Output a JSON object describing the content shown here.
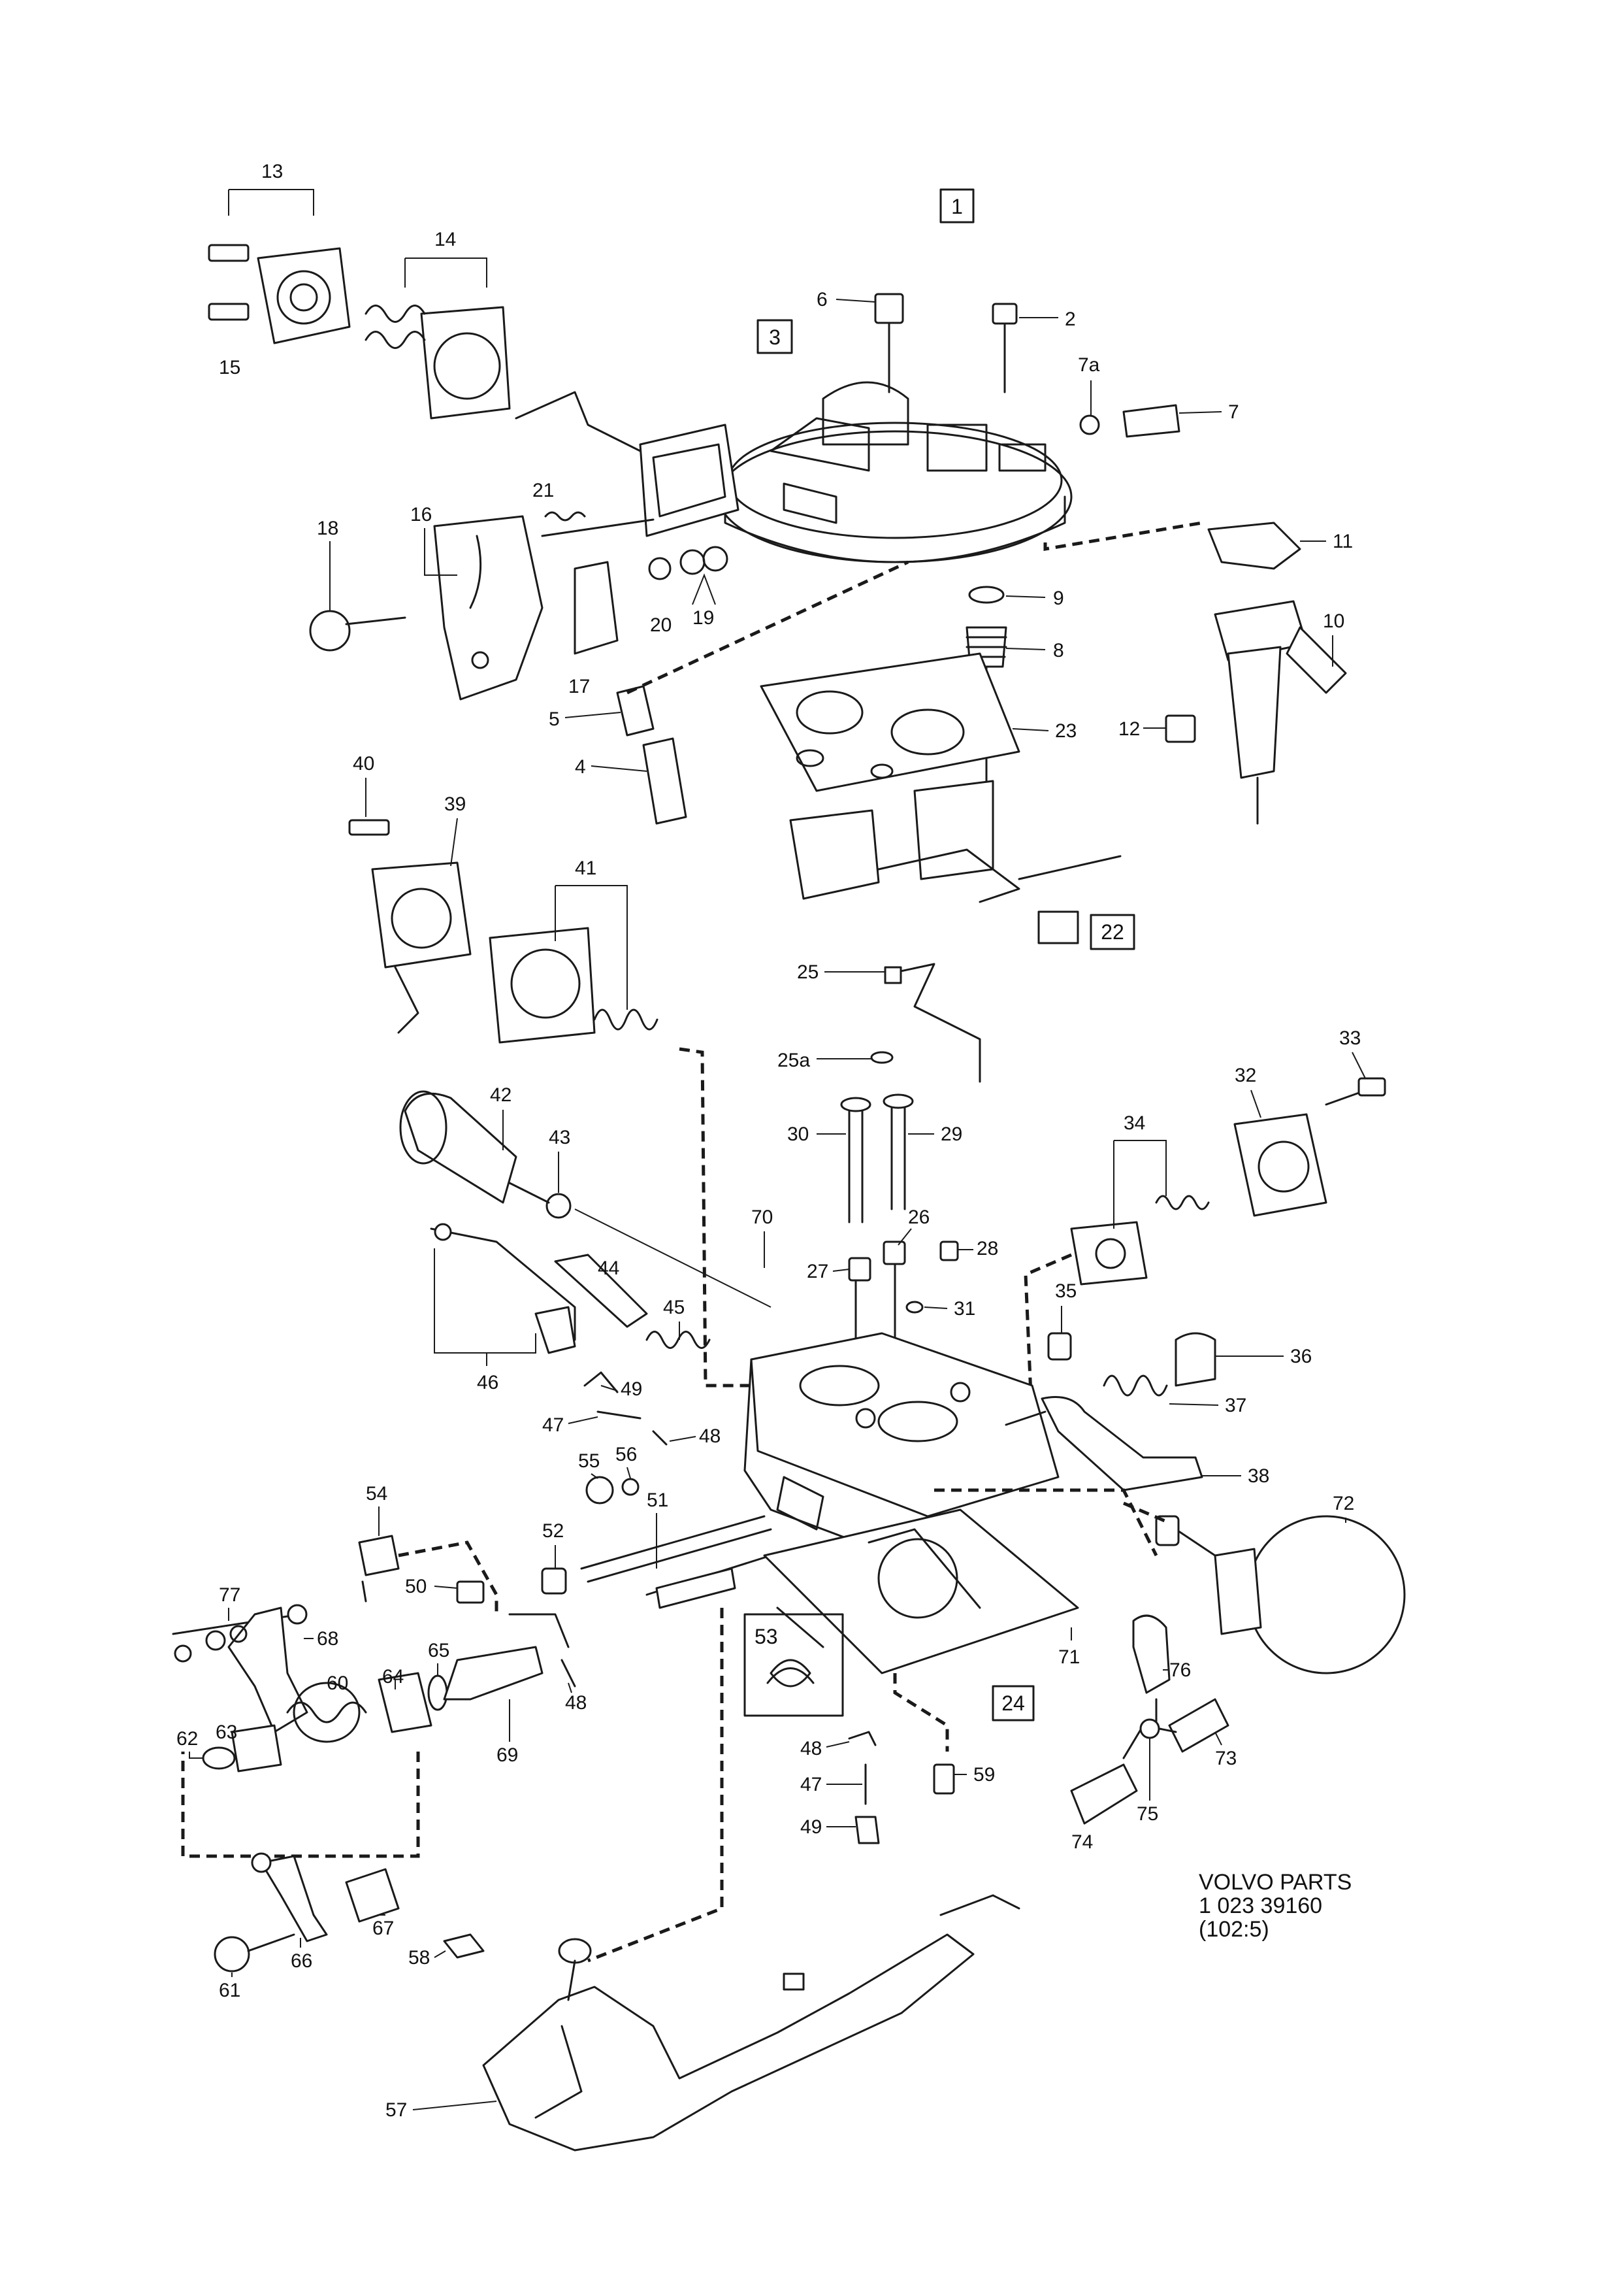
{
  "callouts": {
    "c1": "1",
    "c2": "2",
    "c3": "3",
    "c4": "4",
    "c5": "5",
    "c6": "6",
    "c7": "7",
    "c7a": "7a",
    "c8": "8",
    "c9": "9",
    "c10": "10",
    "c11": "11",
    "c12": "12",
    "c13": "13",
    "c14": "14",
    "c15": "15",
    "c16": "16",
    "c17": "17",
    "c18": "18",
    "c19": "19",
    "c20": "20",
    "c21": "21",
    "c22": "22",
    "c23": "23",
    "c24": "24",
    "c25": "25",
    "c25a": "25a",
    "c26": "26",
    "c27": "27",
    "c28": "28",
    "c29": "29",
    "c30": "30",
    "c31": "31",
    "c32": "32",
    "c33": "33",
    "c34": "34",
    "c35": "35",
    "c36": "36",
    "c37": "37",
    "c38": "38",
    "c39": "39",
    "c40": "40",
    "c41": "41",
    "c42": "42",
    "c43": "43",
    "c44": "44",
    "c45": "45",
    "c46": "46",
    "c47": "47",
    "c47b": "47",
    "c48": "48",
    "c48b": "48",
    "c48c": "48",
    "c49": "49",
    "c49b": "49",
    "c50": "50",
    "c51": "51",
    "c52": "52",
    "c53": "53",
    "c54": "54",
    "c55": "55",
    "c56": "56",
    "c57": "57",
    "c58": "58",
    "c59": "59",
    "c60": "60",
    "c61": "61",
    "c62": "62",
    "c63": "63",
    "c64": "64",
    "c65": "65",
    "c66": "66",
    "c67": "67",
    "c68": "68",
    "c69": "69",
    "c70": "70",
    "c71": "71",
    "c72": "72",
    "c73": "73",
    "c74": "74",
    "c75": "75",
    "c76": "76",
    "c77": "77"
  },
  "footer": {
    "line1": "VOLVO PARTS",
    "line2": "1 023 39160",
    "line3": "(102:5)"
  },
  "colors": {
    "ink": "#1a1a1a",
    "paper": "#ffffff"
  }
}
